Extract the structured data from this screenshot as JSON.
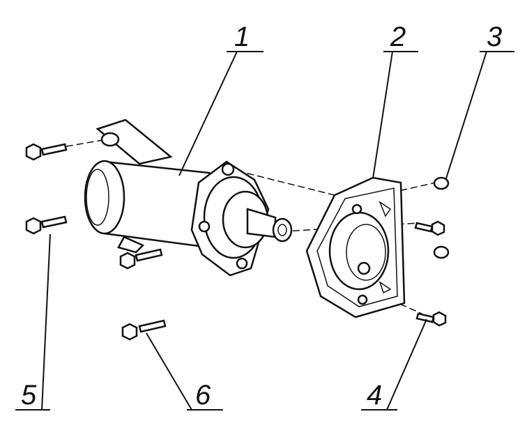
{
  "callouts": [
    {
      "id": "1",
      "label": "1",
      "part": "starter-motor"
    },
    {
      "id": "2",
      "label": "2",
      "part": "mounting-flange"
    },
    {
      "id": "3",
      "label": "3",
      "part": "nut"
    },
    {
      "id": "4",
      "label": "4",
      "part": "bolt"
    },
    {
      "id": "5",
      "label": "5",
      "part": "bolt"
    },
    {
      "id": "6",
      "label": "6",
      "part": "bolt"
    }
  ]
}
